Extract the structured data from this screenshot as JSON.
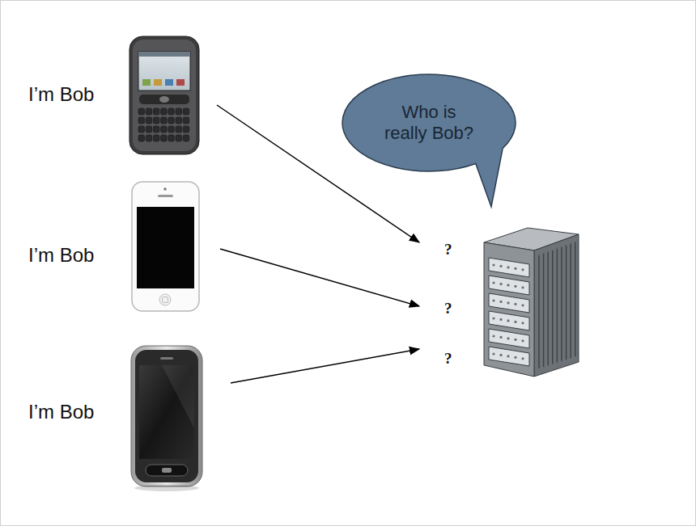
{
  "diagram": {
    "nodes": [
      {
        "text": [
          "Who is really Bob?"
        ]
      }
    ],
    "labels": [
      "I’m Bob",
      "I’m Bob",
      "I’m Bob",
      "?",
      "?",
      "?"
    ]
  }
}
